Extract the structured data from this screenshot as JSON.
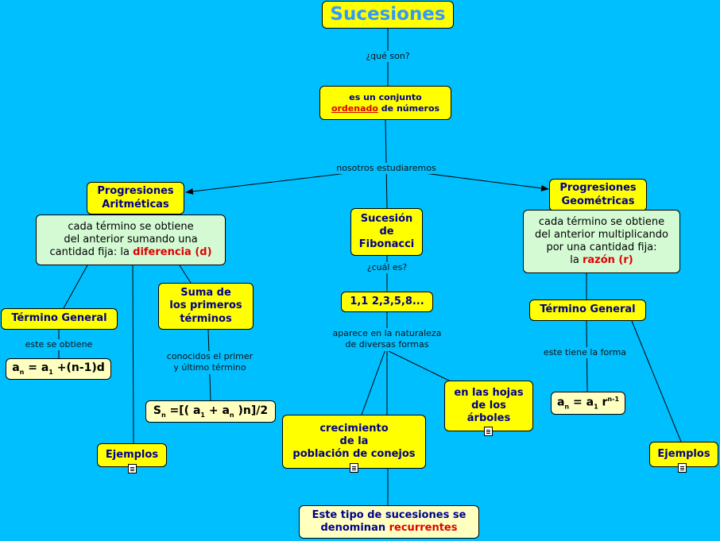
{
  "title": "Sucesiones",
  "links": {
    "que_son": "¿qué son?",
    "nosotros": "nosotros estudiaremos",
    "cual_es": "¿cuál es?",
    "aparece_1": "aparece en la naturaleza",
    "aparece_2": "de diversas formas",
    "este_obtiene": "este se obtiene",
    "conocidos_1": "conocidos el primer",
    "conocidos_2": "y último término",
    "este_forma": "este tiene la forma"
  },
  "def": {
    "line1": "es un conjunto",
    "underlined": "ordenado",
    "rest": " de números"
  },
  "arit": {
    "title_1": "Progresiones",
    "title_2": "Aritméticas",
    "desc_1": "cada término se obtiene",
    "desc_2": "del anterior sumando una",
    "desc_3": "cantidad fija: la",
    "desc_red": "diferencia (d)",
    "termino": "Término General",
    "formula_a": "a",
    "formula_n": "n",
    "formula_eq": " = a",
    "formula_1": "1",
    "formula_rest": " +(n-1)d",
    "suma_1": "Suma de",
    "suma_2": "los primeros",
    "suma_3": "términos",
    "suma_formula_s": "S",
    "suma_formula_n": "n",
    "suma_formula_a": " =[( a",
    "suma_formula_1": "1",
    "suma_formula_plus": " + a",
    "suma_formula_n2": "n",
    "suma_formula_end": " )n]/2",
    "ejemplos": "Ejemplos"
  },
  "fib": {
    "title_1": "Sucesión",
    "title_2": "de",
    "title_3": "Fibonacci",
    "series": "1,1 2,3,5,8...",
    "crec_1": "crecimiento",
    "crec_2": "de la",
    "crec_3": "población de conejos",
    "hojas_1": "en las hojas",
    "hojas_2": "de los",
    "hojas_3": "árboles",
    "tipo_1": "Este tipo de sucesiones se",
    "tipo_2": "denominan",
    "tipo_red": "recurrentes"
  },
  "geo": {
    "title_1": "Progresiones",
    "title_2": "Geométricas",
    "desc_1": "cada término se obtiene",
    "desc_2": "del anterior multiplicando",
    "desc_3": "por una cantidad fija:",
    "desc_4": "la",
    "desc_red": "razón (r)",
    "termino": "Término General",
    "formula_a": "a",
    "formula_n": "n",
    "formula_eq": " = a",
    "formula_1": "1",
    "formula_r": " r",
    "formula_exp": "n-1",
    "ejemplos": "Ejemplos"
  },
  "colors": {
    "background": "#00BFFF",
    "node_yellow": "#FFFF00",
    "node_light": "#FFFFC0",
    "node_green": "#D4FAD4",
    "accent_red": "#E00000",
    "title_blue": "#3399FF"
  }
}
